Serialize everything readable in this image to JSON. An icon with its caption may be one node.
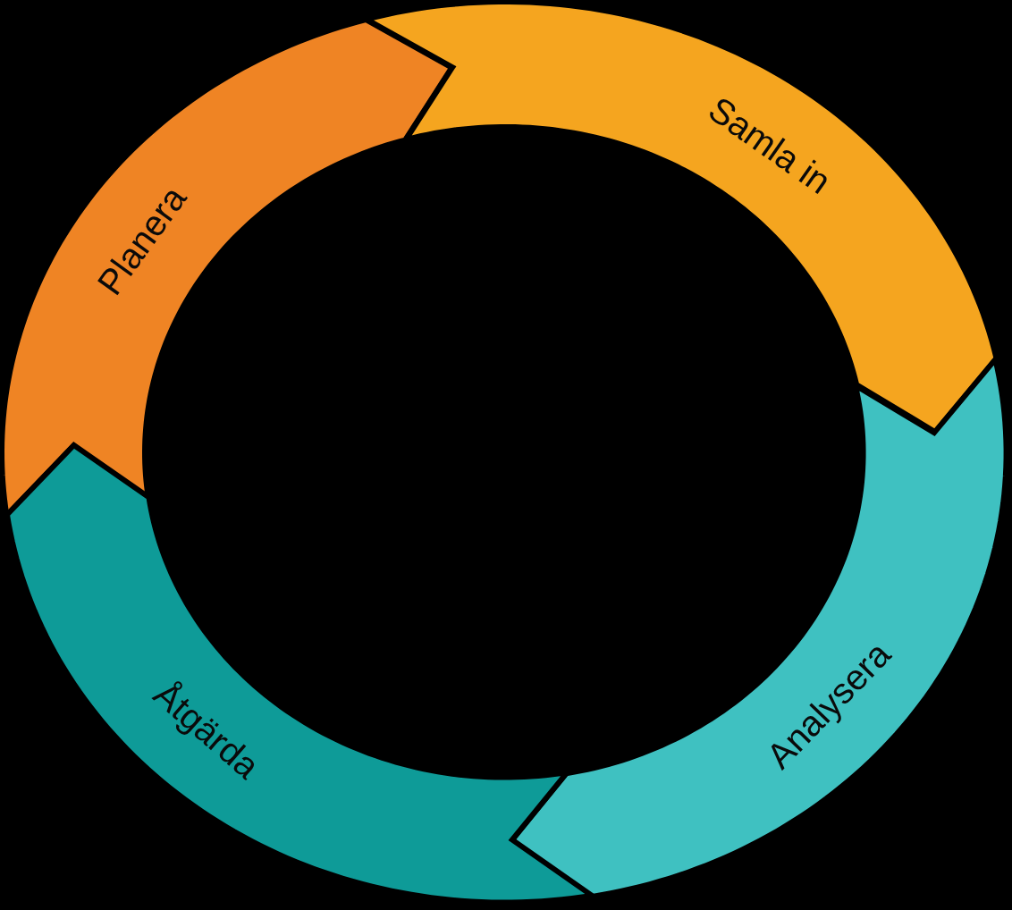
{
  "diagram": {
    "nodes": [
      {
        "text": [
          "Planera"
        ]
      },
      {
        "text": [
          "Samla in"
        ]
      },
      {
        "text": [
          "Analysera"
        ]
      },
      {
        "text": [
          "Åtgärda"
        ]
      }
    ]
  }
}
